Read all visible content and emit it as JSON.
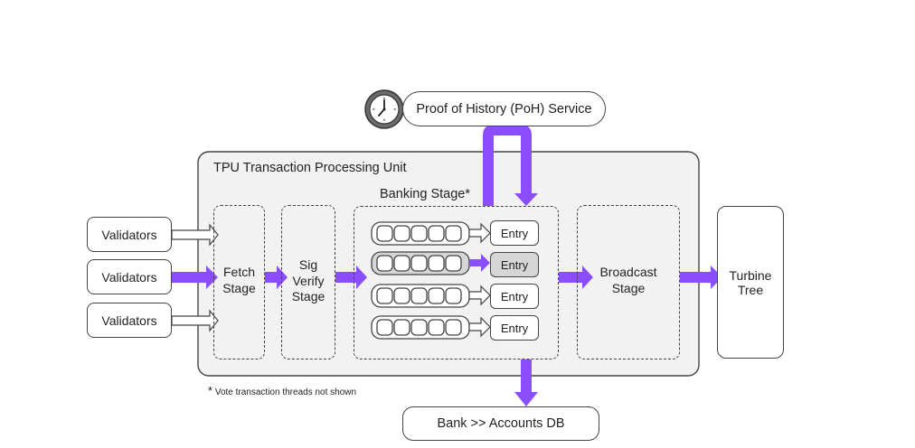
{
  "poh": {
    "label": "Proof of History (PoH) Service",
    "icon": "clock-icon"
  },
  "tpu": {
    "title": "TPU Transaction Processing Unit"
  },
  "validators": [
    "Validators",
    "Validators",
    "Validators"
  ],
  "stages": {
    "fetch": "Fetch\nStage",
    "sigverify": "Sig\nVerify\nStage",
    "banking": "Banking Stage*",
    "broadcast": "Broadcast\nStage"
  },
  "entries": [
    "Entry",
    "Entry",
    "Entry",
    "Entry"
  ],
  "turbine": "Turbine\nTree",
  "bank": "Bank >> Accounts DB",
  "footnote": {
    "marker": "*",
    "text": "Vote transaction threads not shown"
  },
  "colors": {
    "accent": "#8a4dff",
    "container_fill": "#f2f2f2",
    "highlight_fill": "#d6d6d6",
    "stroke": "#444444"
  }
}
